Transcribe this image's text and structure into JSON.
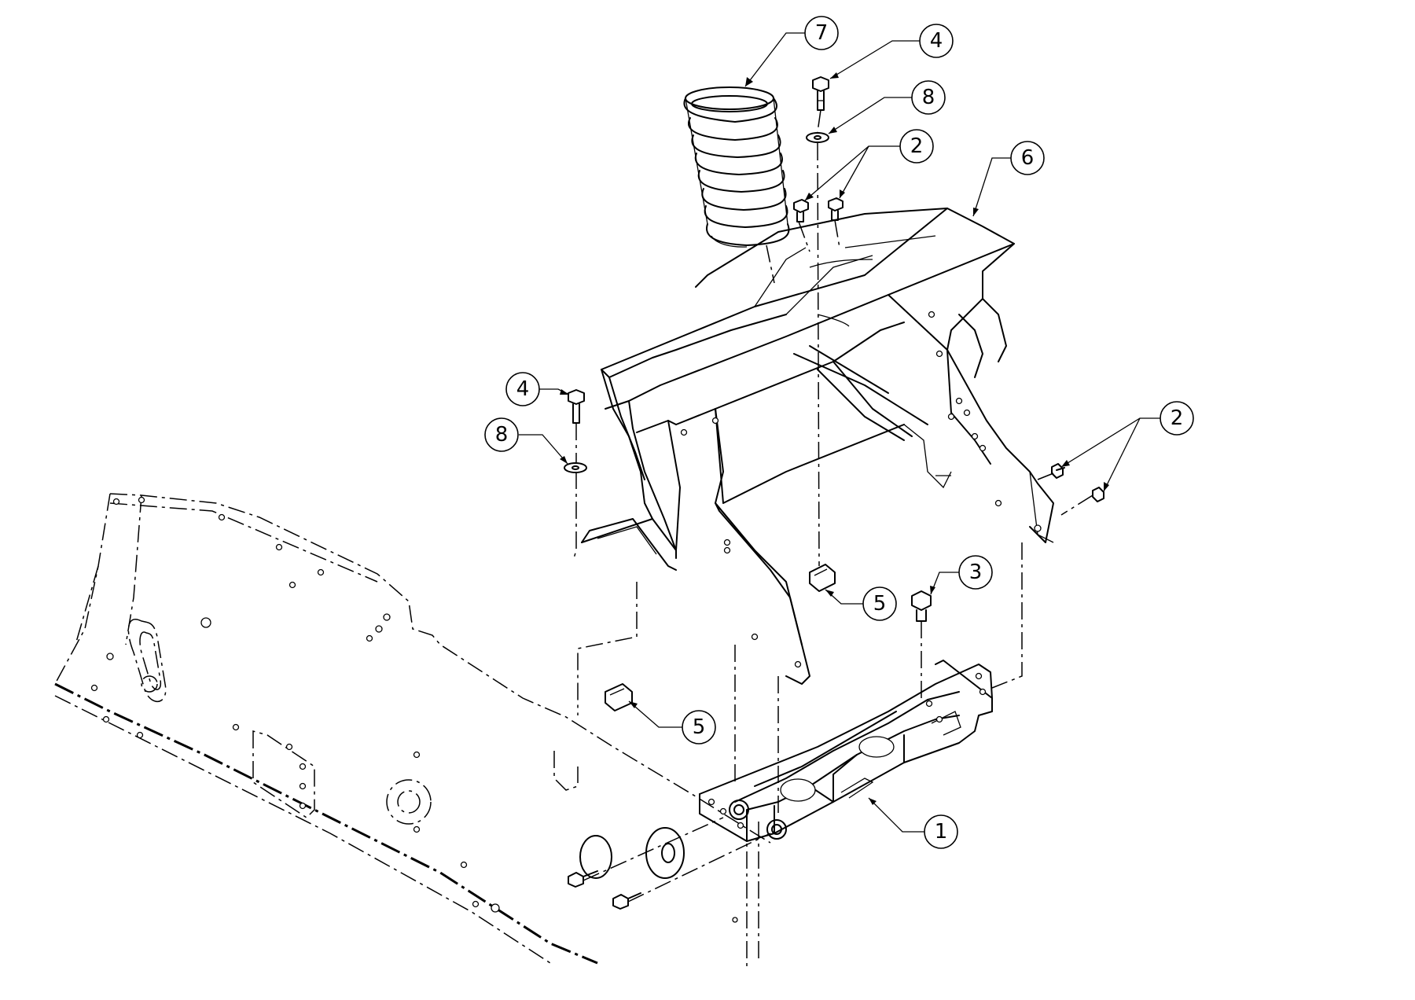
{
  "diagram": {
    "callouts": [
      {
        "id": "c7",
        "label": "7"
      },
      {
        "id": "c4a",
        "label": "4"
      },
      {
        "id": "c8a",
        "label": "8"
      },
      {
        "id": "c2a",
        "label": "2"
      },
      {
        "id": "c6",
        "label": "6"
      },
      {
        "id": "c4b",
        "label": "4"
      },
      {
        "id": "c8b",
        "label": "8"
      },
      {
        "id": "c2b",
        "label": "2"
      },
      {
        "id": "c3",
        "label": "3"
      },
      {
        "id": "c5a",
        "label": "5"
      },
      {
        "id": "c5b",
        "label": "5"
      },
      {
        "id": "c1",
        "label": "1"
      }
    ]
  }
}
